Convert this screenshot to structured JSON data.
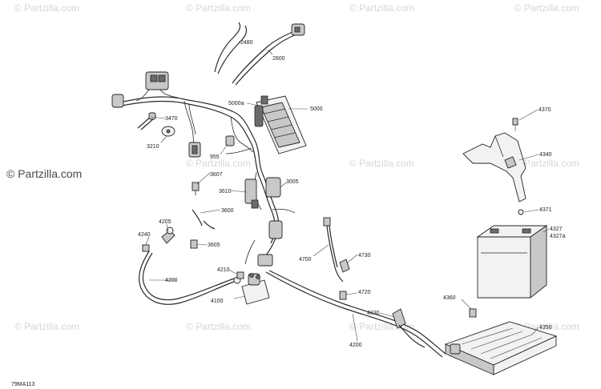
{
  "watermarks": {
    "small": "© Partzilla.com",
    "large": "© Partzilla.com"
  },
  "diagram_code": "79MA113",
  "callouts": {
    "p2480": "2480",
    "p2600": "2600",
    "p5000a": "5000a",
    "p5000": "5000",
    "p3470": "3470",
    "p3210": "3210",
    "p955": "955",
    "p3607": "3607",
    "p3610": "3610",
    "p3005": "3005",
    "p3600": "3600",
    "p4205": "4205",
    "p4240": "4240",
    "p3605": "3605",
    "p4200a": "4200",
    "p4210": "4210",
    "p4100": "4100",
    "p4700": "4700",
    "p4730": "4730",
    "p4720": "4720",
    "p4330": "4330",
    "p4200b": "4200",
    "p4370": "4370",
    "p4340": "4340",
    "p4371": "4371",
    "p4327": "4327",
    "p4327a": "4327a",
    "p4360": "4360",
    "p4350": "4350"
  }
}
